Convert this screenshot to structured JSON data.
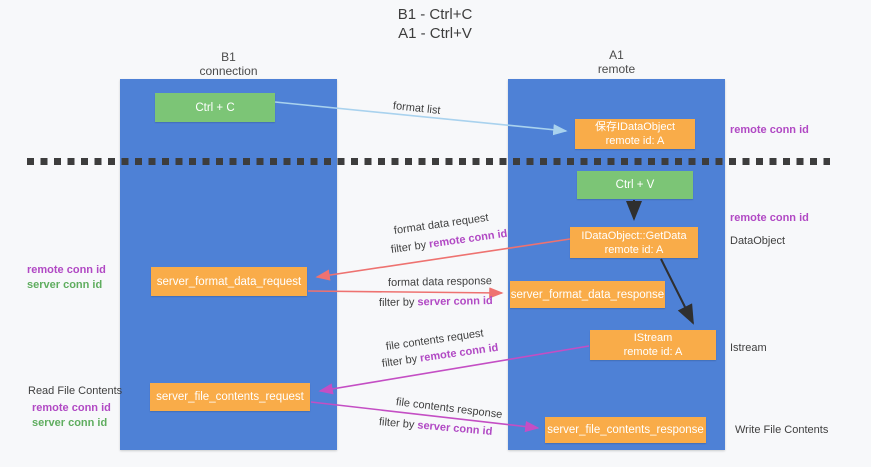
{
  "colors": {
    "lane_blue": "#4e81d6",
    "box_orange": "#f9ac49",
    "box_green": "#7cc576",
    "arrow_red": "#ee7270",
    "arrow_magenta": "#c44ec4",
    "arrow_lightblue": "#a9d2ee",
    "arrow_black": "#2f2f2f",
    "text_purple": "#b149c4",
    "text_green": "#5fad5f"
  },
  "title": {
    "line1": "B1 - Ctrl+C",
    "line2": "A1 - Ctrl+V"
  },
  "lanes": {
    "left": {
      "name": "B1",
      "subtitle": "connection"
    },
    "right": {
      "name": "A1",
      "subtitle": "remote"
    }
  },
  "nodes": {
    "ctrl_c": {
      "label": "Ctrl + C"
    },
    "save_dataobject": {
      "line1": "保存IDataObject",
      "line2": "remote id: A"
    },
    "ctrl_v": {
      "label": "Ctrl + V"
    },
    "getdata": {
      "line1": "IDataObject::GetData",
      "line2": "remote id: A"
    },
    "format_request": {
      "label": "server_format_data_request"
    },
    "format_response": {
      "label": "server_format_data_response"
    },
    "istream": {
      "line1": "IStream",
      "line2": "remote id: A"
    },
    "file_request": {
      "label": "server_file_contents_request"
    },
    "file_response": {
      "label": "server_file_contents_response"
    }
  },
  "arrows": {
    "format_list": {
      "label": "format list"
    },
    "format_data_request": {
      "label": "format data request",
      "filter_prefix": "filter by ",
      "filter_key": "remote conn id"
    },
    "format_data_response": {
      "label": "format data response",
      "filter_prefix": "filter by ",
      "filter_key": "server conn id"
    },
    "file_contents_request": {
      "label": "file contents request",
      "filter_prefix": "filter by ",
      "filter_key": "remote conn id"
    },
    "file_contents_response": {
      "label": "file contents response",
      "filter_prefix": "filter by ",
      "filter_key": "server conn id"
    }
  },
  "side_labels": {
    "right_top_remote_conn_id": "remote conn id",
    "right_mid_remote_conn_id": "remote conn id",
    "dataobject": "DataObject",
    "istream": "Istream",
    "write_file_contents": "Write File Contents",
    "left_format": {
      "remote": "remote conn id",
      "server": "server conn id"
    },
    "read_file_contents": "Read File Contents",
    "left_file": {
      "remote": "remote conn id",
      "server": "server conn id"
    }
  }
}
